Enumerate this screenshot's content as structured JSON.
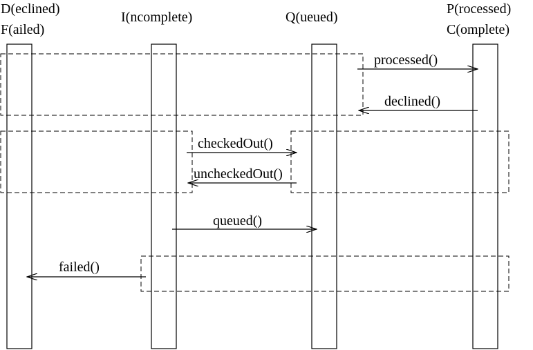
{
  "lifelines": [
    {
      "id": "df",
      "lines": [
        "D(eclined)",
        "F(ailed)"
      ]
    },
    {
      "id": "inc",
      "lines": [
        "I(ncomplete)"
      ]
    },
    {
      "id": "q",
      "lines": [
        "Q(ueued)"
      ]
    },
    {
      "id": "pc",
      "lines": [
        "P(rocessed)",
        "C(omplete)"
      ]
    }
  ],
  "messages": [
    {
      "label": "processed()",
      "from": "q",
      "to": "pc"
    },
    {
      "label": "declined()",
      "from": "pc",
      "to": "q"
    },
    {
      "label": "checkedOut()",
      "from": "inc",
      "to": "q"
    },
    {
      "label": "uncheckedOut()",
      "from": "q",
      "to": "inc"
    },
    {
      "label": "queued()",
      "from": "inc",
      "to": "q"
    },
    {
      "label": "failed()",
      "from": "inc",
      "to": "df"
    }
  ]
}
